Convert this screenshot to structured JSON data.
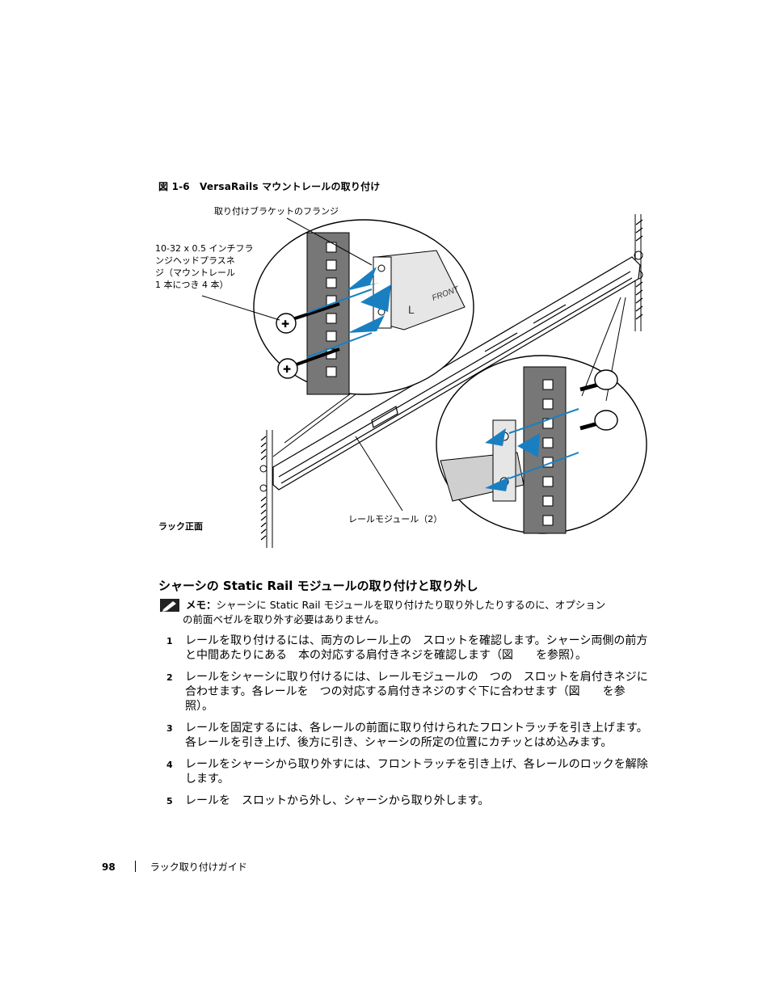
{
  "figure": {
    "caption": "図 1-6　VersaRails マウントレールの取り付け",
    "callouts": {
      "bracket_flange": "取り付けブラケットのフランジ",
      "screws_line1": "10-32 x 0.5 インチフラ",
      "screws_line2": "ンジヘッドプラスネ",
      "screws_line3": "ジ（マウントレール",
      "screws_line4": "1 本につき 4 本）",
      "rack_front": "ラック正面",
      "rail_module": "レールモジュール（2）"
    },
    "rail_engraving": "FRONT",
    "rail_letter": "L"
  },
  "section": {
    "title": "シャーシの Static Rail モジュールの取り付けと取り外し"
  },
  "note": {
    "icon": "pencil-note-icon",
    "label": "メモ：",
    "text": "シャーシに Static Rail モジュールを取り付けたり取り外したりするのに、オプション",
    "text_cont": "の前面ベゼルを取り外す必要はありません。"
  },
  "steps": [
    {
      "num": "1",
      "text": "レールを取り付けるには、両方のレール上の　スロットを確認します。シャーシ両側の前方と中間あたりにある　本の対応する肩付きネジを確認します（図　　を参照）。"
    },
    {
      "num": "2",
      "text": "レールをシャーシに取り付けるには、レールモジュールの　つの　スロットを肩付きネジに合わせます。各レールを　つの対応する肩付きネジのすぐ下に合わせます（図　　を参照）。"
    },
    {
      "num": "3",
      "text": "レールを固定するには、各レールの前面に取り付けられたフロントラッチを引き上げます。各レールを引き上げ、後方に引き、シャーシの所定の位置にカチッとはめ込みます。"
    },
    {
      "num": "4",
      "text": "レールをシャーシから取り外すには、フロントラッチを引き上げ、各レールのロックを解除します。"
    },
    {
      "num": "5",
      "text": "レールを　スロットから外し、シャーシから取り外します。"
    }
  ],
  "footer": {
    "page": "98",
    "title": "ラック取り付けガイド"
  }
}
